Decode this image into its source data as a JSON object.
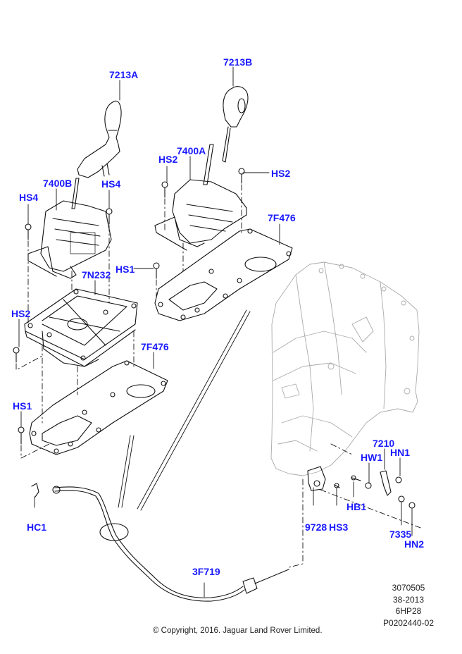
{
  "diagram": {
    "title": "Gear Selector / Transmission Control - 6HP28",
    "colors": {
      "callout_label": "#1a1aff",
      "line_art": "#111111",
      "ghost_art": "#aaaaaa",
      "background": "#ffffff"
    },
    "callouts": [
      {
        "id": "7213A",
        "label": "7213A"
      },
      {
        "id": "7213B",
        "label": "7213B"
      },
      {
        "id": "7400A",
        "label": "7400A"
      },
      {
        "id": "HS2-top-left",
        "label": "HS2"
      },
      {
        "id": "HS2-top-right",
        "label": "HS2"
      },
      {
        "id": "7400B",
        "label": "7400B"
      },
      {
        "id": "HS4-left",
        "label": "HS4"
      },
      {
        "id": "HS4-right",
        "label": "HS4"
      },
      {
        "id": "7F476-right",
        "label": "7F476"
      },
      {
        "id": "HS1-right",
        "label": "HS1"
      },
      {
        "id": "7N232",
        "label": "7N232"
      },
      {
        "id": "HS2-left",
        "label": "HS2"
      },
      {
        "id": "7F476-left",
        "label": "7F476"
      },
      {
        "id": "HS1-left",
        "label": "HS1"
      },
      {
        "id": "HC1",
        "label": "HC1"
      },
      {
        "id": "7210",
        "label": "7210"
      },
      {
        "id": "HW1",
        "label": "HW1"
      },
      {
        "id": "HN1",
        "label": "HN1"
      },
      {
        "id": "HB1",
        "label": "HB1"
      },
      {
        "id": "9728",
        "label": "9728"
      },
      {
        "id": "HS3",
        "label": "HS3"
      },
      {
        "id": "7335",
        "label": "7335"
      },
      {
        "id": "HN2",
        "label": "HN2"
      },
      {
        "id": "3F719",
        "label": "3F719"
      }
    ],
    "reference": {
      "line1": "3070505",
      "line2": "38-2013",
      "line3": "6HP28",
      "line4": "P0202440-02"
    },
    "copyright": "© Copyright, 2016. Jaguar Land Rover Limited."
  }
}
